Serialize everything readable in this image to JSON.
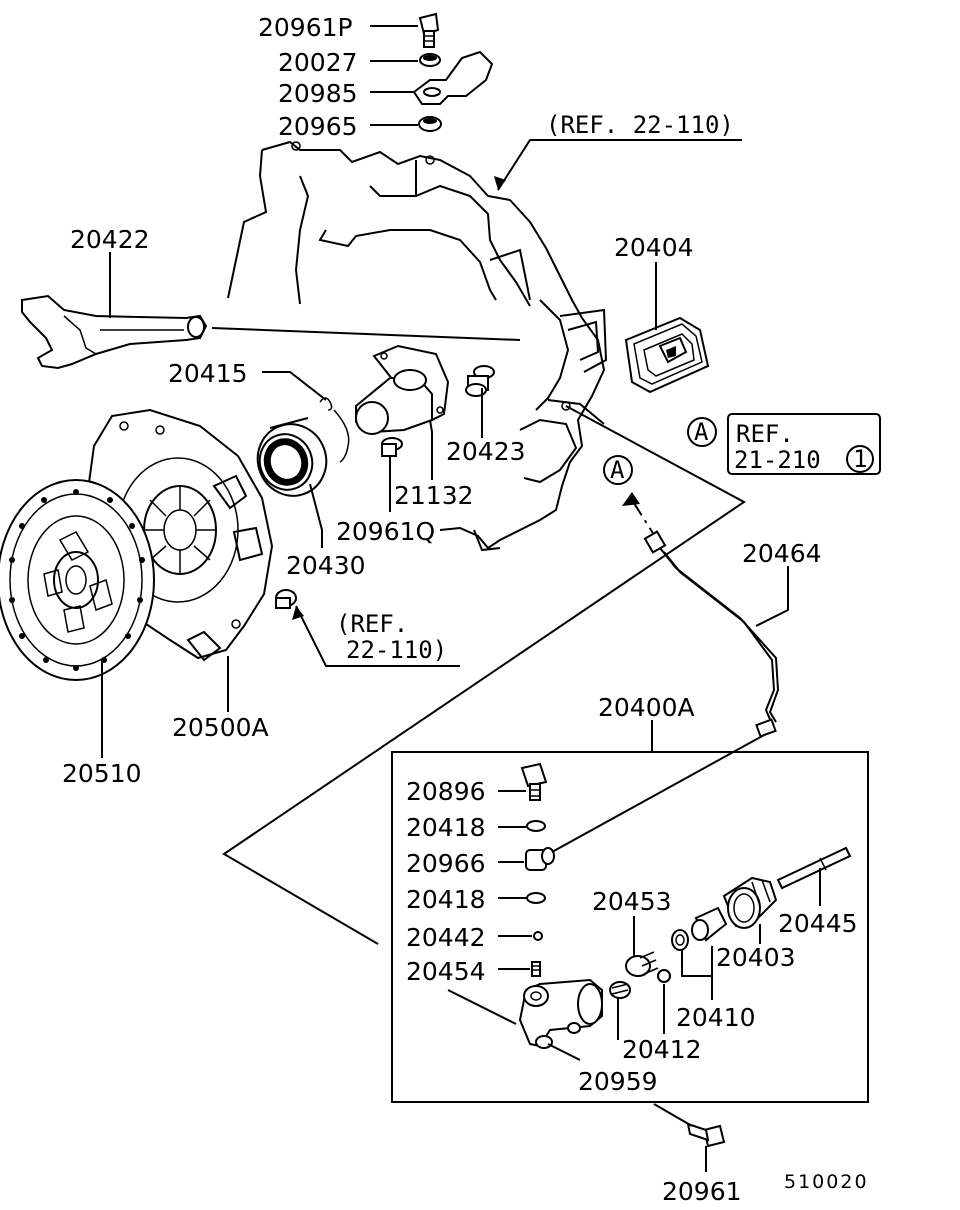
{
  "labels": {
    "p20961P": "20961P",
    "p20027": "20027",
    "p20985": "20985",
    "p20965": "20965",
    "p20422": "20422",
    "p20404": "20404",
    "p20415": "20415",
    "p20423": "20423",
    "p21132": "21132",
    "p20961Q": "20961Q",
    "p20430": "20430",
    "p20464": "20464",
    "p20500A": "20500A",
    "p20510": "20510",
    "p20400A": "20400A",
    "p20896": "20896",
    "p20418a": "20418",
    "p20966": "20966",
    "p20418b": "20418",
    "p20442": "20442",
    "p20454": "20454",
    "p20453": "20453",
    "p20445": "20445",
    "p20403": "20403",
    "p20410": "20410",
    "p20412": "20412",
    "p20959": "20959",
    "p20961": "20961"
  },
  "refs": {
    "ref_top": "(REF. 22-110)",
    "ref_box_line1": "REF.",
    "ref_box_line2": "21-210",
    "ref_box_circle": "1",
    "ref_mid_line1": "(REF.",
    "ref_mid_line2": "22-110)",
    "marker_a": "A"
  },
  "diagram_code": "510020"
}
